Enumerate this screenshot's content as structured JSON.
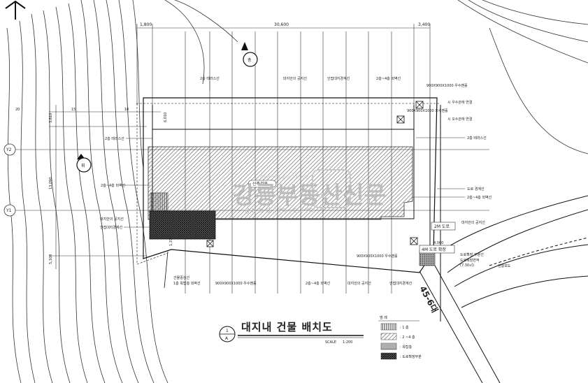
{
  "dimensions": {
    "left": "1,800",
    "middle": "30,600",
    "right": "3,400",
    "v_top": "3,810",
    "v_mid": "13,090",
    "v_bot": "5,108",
    "v_small": "6,010",
    "v_tiny": "1,310",
    "road_w": "4,000"
  },
  "grid": {
    "y2": "Y2",
    "y1": "Y1"
  },
  "north": {
    "top_mark": "총",
    "left_mark": "휘"
  },
  "contours": {
    "c20": "20",
    "c15": "15",
    "c10": "10"
  },
  "labels": {
    "top_terrace": "2층 테라스선",
    "top_site_public": "대지안의 공지선",
    "top_adjacent": "인접대지경계선",
    "top_wall_2_4": "2층~4층 외벽선",
    "rain_tank_top": "900X900X1000 우수맨홀",
    "city_rain": "시 우수관에 연결",
    "sewage": "900X900X1000 오수맨홀",
    "city_sewage": "시 오수관에 연결",
    "right_terrace": "2층 테라스선",
    "left_terrace": "2층 테라스선",
    "left_wall": "2층~4층 외벽선",
    "left_site_public": "대지안의 공지선",
    "left_adjacent": "인접대지경계선",
    "new_building": "신축건물",
    "road_boundary": "도로 경계선",
    "right_wall": "2층~4층 외벽선",
    "right_site_public": "대지안의 공지선",
    "road_2m": "2M 도로",
    "road_4m": "4M 도로 확장",
    "rain_bottom": "900X900X1000 우수맨홀",
    "road_expansion": "도로확장 부분선",
    "road_expansion2": "도로확장면적",
    "road_area": "(7.30㎡)",
    "sidewalk": "현황보도",
    "bottom_1f": "1층 옥탑층 외벽선",
    "bottom_site_boundary": "건물중심선",
    "bottom_rain": "900X900X1000 우수맨홀",
    "bottom_wall": "2층~4층 외벽선",
    "bottom_public": "대지안의 공지선",
    "bottom_adjacent": "인접대지경계선",
    "road_number": "45-6대"
  },
  "title_block": {
    "symbol_top": "1",
    "symbol_bottom": "A",
    "title": "대지내 건물 배치도",
    "scale_label": "SCALE",
    "scale_value": "1:200"
  },
  "legend": {
    "heading": "범 례",
    "items": [
      {
        "label": ": 1 층",
        "pattern": "vlines"
      },
      {
        "label": ": 2 ~4 층",
        "pattern": "diag"
      },
      {
        "label": ": 옥탑층",
        "pattern": "hlines"
      },
      {
        "label": ": 도로확장부분",
        "pattern": "dots"
      }
    ]
  },
  "watermark": {
    "main": "강릉부동산신문",
    "sub": "gnbdsm.com",
    "top": "재산의 가치를 높이는 부동산신문"
  }
}
